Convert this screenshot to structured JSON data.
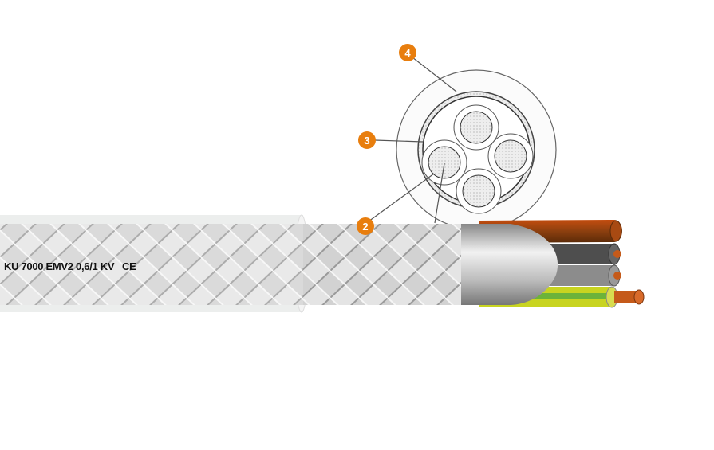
{
  "diagram": {
    "cable_print": "KU 7000 EMV2 0,6/1 KV",
    "ce_mark": "CE",
    "callouts": [
      {
        "label": "4",
        "part": "outer-sheath"
      },
      {
        "label": "3",
        "part": "shield-braid"
      },
      {
        "label": "2",
        "part": "core-insulation"
      }
    ],
    "core_colors": [
      "#9a4a14",
      "#555555",
      "#8a8a8a",
      "#c8d420"
    ],
    "accent": "#e87e0e"
  }
}
